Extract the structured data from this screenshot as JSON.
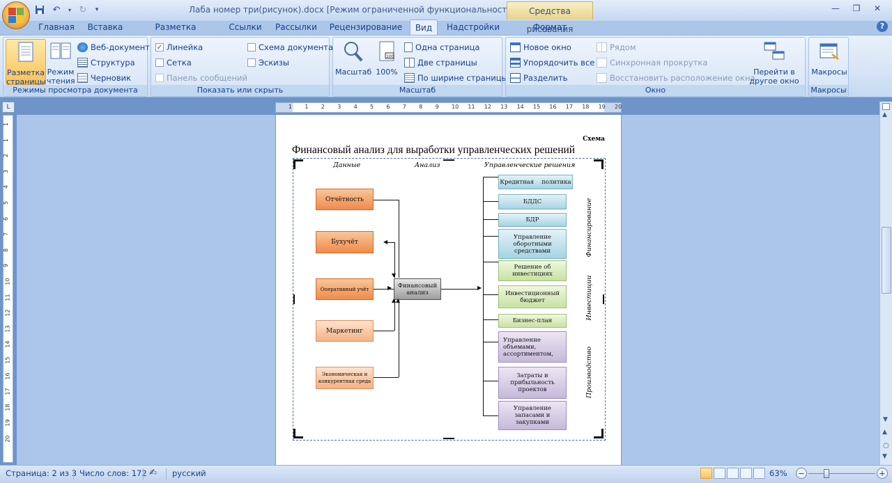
{
  "window": {
    "title": "Лаба номер три(рисунок).docx [Режим ограниченной функциональности] - Microsoft Word",
    "context_tab": "Средства рисования"
  },
  "tabs": [
    "Главная",
    "Вставка",
    "Разметка страницы",
    "Ссылки",
    "Рассылки",
    "Рецензирование",
    "Вид",
    "Надстройки",
    "Формат"
  ],
  "active_tab": "Вид",
  "ribbon": {
    "views": {
      "label": "Режимы просмотра документа",
      "print_layout": "Разметка страницы",
      "reading": "Режим чтения",
      "web": "Веб-документ",
      "outline": "Структура",
      "draft": "Черновик"
    },
    "show": {
      "label": "Показать или скрыть",
      "ruler": "Линейка",
      "gridlines": "Сетка",
      "message_bar": "Панель сообщений",
      "doc_map": "Схема документа",
      "thumbnails": "Эскизы"
    },
    "zoom": {
      "label": "Масштаб",
      "zoom": "Масштаб",
      "hundred": "100%",
      "one_page": "Одна страница",
      "two_pages": "Две страницы",
      "page_width": "По ширине страницы"
    },
    "window": {
      "label": "Окно",
      "new_window": "Новое окно",
      "arrange_all": "Упорядочить все",
      "split": "Разделить",
      "side_by_side": "Рядом",
      "sync_scroll": "Синхронная прокрутка",
      "reset_pos": "Восстановить расположение окна",
      "switch": "Перейти в другое окно"
    },
    "macros": {
      "label": "Макросы",
      "macros": "Макросы"
    }
  },
  "ruler": {
    "h_ticks": [
      "1",
      "1",
      "2",
      "3",
      "4",
      "5",
      "6",
      "7",
      "8",
      "9",
      "10",
      "11",
      "12",
      "13",
      "14",
      "15",
      "16",
      "17",
      "18",
      "19",
      "20"
    ],
    "v_ticks": [
      "1",
      "1",
      "2",
      "3",
      "4",
      "5",
      "6",
      "7",
      "8",
      "9",
      "10",
      "11",
      "12",
      "13",
      "14",
      "15",
      "16",
      "17",
      "18",
      "19",
      "20"
    ]
  },
  "document": {
    "caption": "Схема",
    "heading": "Финансовый анализ для выработки управленческих решений",
    "col_data": "Данные",
    "col_analysis": "Анализ",
    "col_decisions": "Управленческие решения",
    "inputs": [
      "Отчётность",
      "Бухучёт",
      "Оперативный учёт",
      "Маркетинг",
      "Экономическая и конкурентная среда"
    ],
    "center": "Финансовый анализ",
    "outputs": [
      "Кредитная    политика",
      "БДДС",
      "БДР",
      "Управление оборотными средствами",
      "Решение об инвестициях",
      "Инвестиционный бюджет",
      "Бизнес-план",
      "Управление объемами, ассортиментом,",
      "Затраты и прибыльность проектов",
      "Управление запасами и закупками"
    ],
    "groups": [
      "Финансирование",
      "Инвестиции",
      "Производство"
    ]
  },
  "status": {
    "page": "Страница: 2 из 3",
    "words": "Число слов: 172",
    "language": "русский",
    "zoom": "63%"
  }
}
